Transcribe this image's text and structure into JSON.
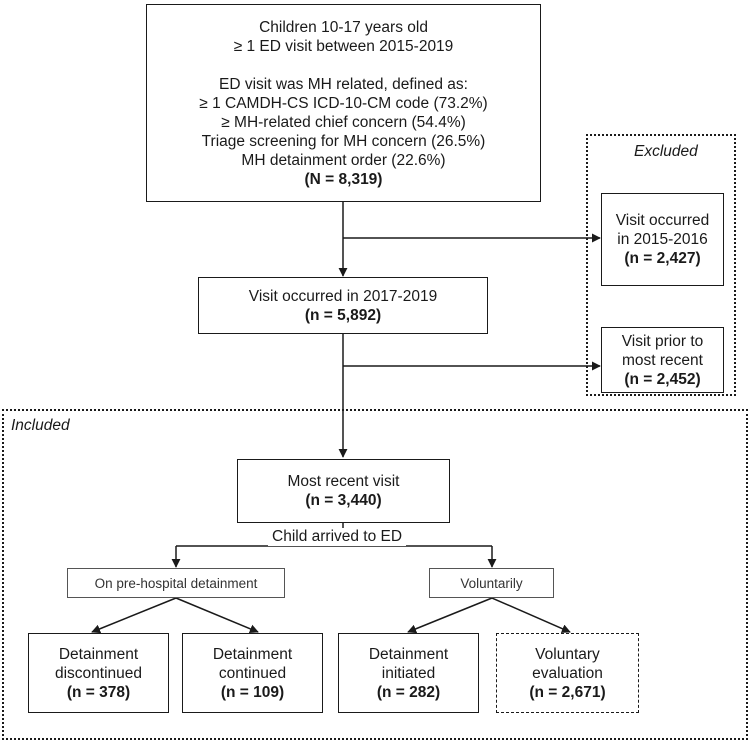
{
  "excluded_label": "Excluded",
  "included_label": "Included",
  "top_box": {
    "line1": "Children 10-17 years old",
    "line2": "≥ 1 ED visit between 2015-2019",
    "line3": "ED visit was MH related, defined as:",
    "line4": "≥ 1 CAMDH-CS ICD-10-CM code (73.2%)",
    "line5": "≥ MH-related chief concern (54.4%)",
    "line6": "Triage screening for MH concern (26.5%)",
    "line7": "MH detainment order (22.6%)",
    "count": "(N = 8,319)"
  },
  "excluded_1": {
    "line1": "Visit occurred",
    "line2": "in 2015-2016",
    "count": "(n = 2,427)"
  },
  "excluded_2": {
    "line1": "Visit prior to",
    "line2": "most recent",
    "count": "(n = 2,452)"
  },
  "years_box": {
    "line1": "Visit occurred in 2017-2019",
    "count": "(n = 5,892)"
  },
  "recent_box": {
    "line1": "Most recent visit",
    "count": "(n = 3,440)"
  },
  "arrived_label": "Child arrived to ED",
  "pre_hospital_box": {
    "label": "On pre-hospital detainment"
  },
  "voluntarily_box": {
    "label": "Voluntarily"
  },
  "outcome_discontinued": {
    "line1": "Detainment",
    "line2": "discontinued",
    "count": "(n = 378)"
  },
  "outcome_continued": {
    "line1": "Detainment",
    "line2": "continued",
    "count": "(n = 109)"
  },
  "outcome_initiated": {
    "line1": "Detainment",
    "line2": "initiated",
    "count": "(n = 282)"
  },
  "outcome_voluntary": {
    "line1": "Voluntary",
    "line2": "evaluation",
    "count": "(n = 2,671)"
  }
}
